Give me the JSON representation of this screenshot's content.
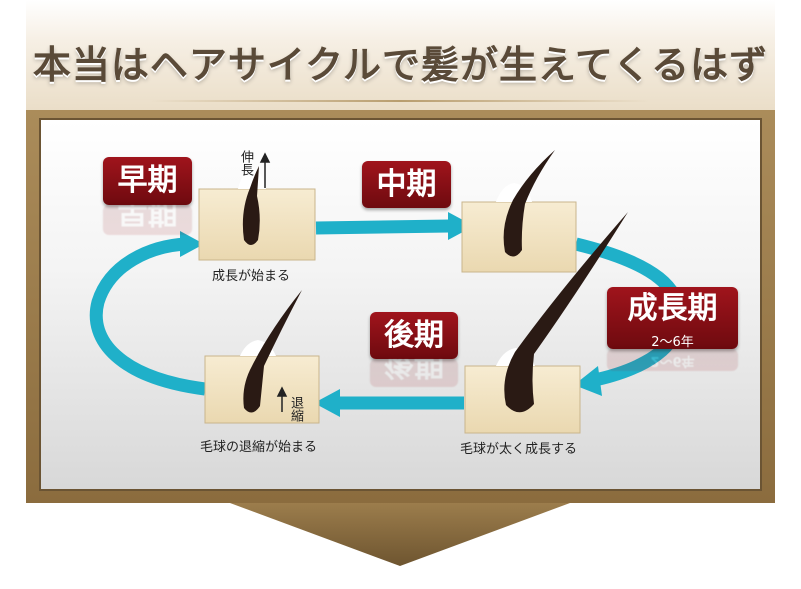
{
  "title": "本当はヘアサイクルで髪が生えてくるはず",
  "stages": {
    "early": {
      "label": "早期",
      "caption": "成長が始まる",
      "note": "伸長"
    },
    "middle": {
      "label": "中期"
    },
    "growth": {
      "label": "成長期",
      "sub": "2〜6年",
      "caption": "毛球が太く成長する"
    },
    "late": {
      "label": "後期",
      "caption": "毛球の退縮が始まる",
      "note": "退縮"
    }
  },
  "colors": {
    "accent": "#1fb0c9",
    "badge": "#8e1018",
    "frame": "#9c7d4c"
  }
}
